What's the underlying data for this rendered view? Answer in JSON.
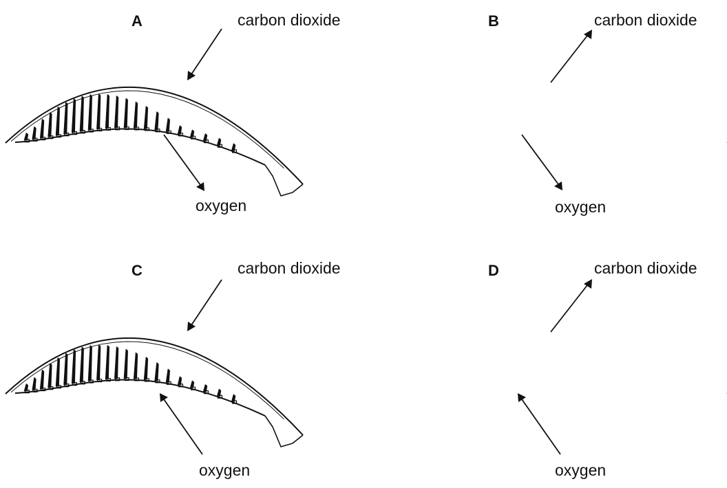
{
  "panels": [
    {
      "letter": "A",
      "co2_label": "carbon dioxide",
      "o2_label": "oxygen",
      "co2_direction": "in",
      "o2_direction": "out"
    },
    {
      "letter": "B",
      "co2_label": "carbon dioxide",
      "o2_label": "oxygen",
      "co2_direction": "out",
      "o2_direction": "out"
    },
    {
      "letter": "C",
      "co2_label": "carbon dioxide",
      "o2_label": "oxygen",
      "co2_direction": "in",
      "o2_direction": "in"
    },
    {
      "letter": "D",
      "co2_label": "carbon dioxide",
      "o2_label": "oxygen",
      "co2_direction": "out",
      "o2_direction": "in"
    }
  ]
}
